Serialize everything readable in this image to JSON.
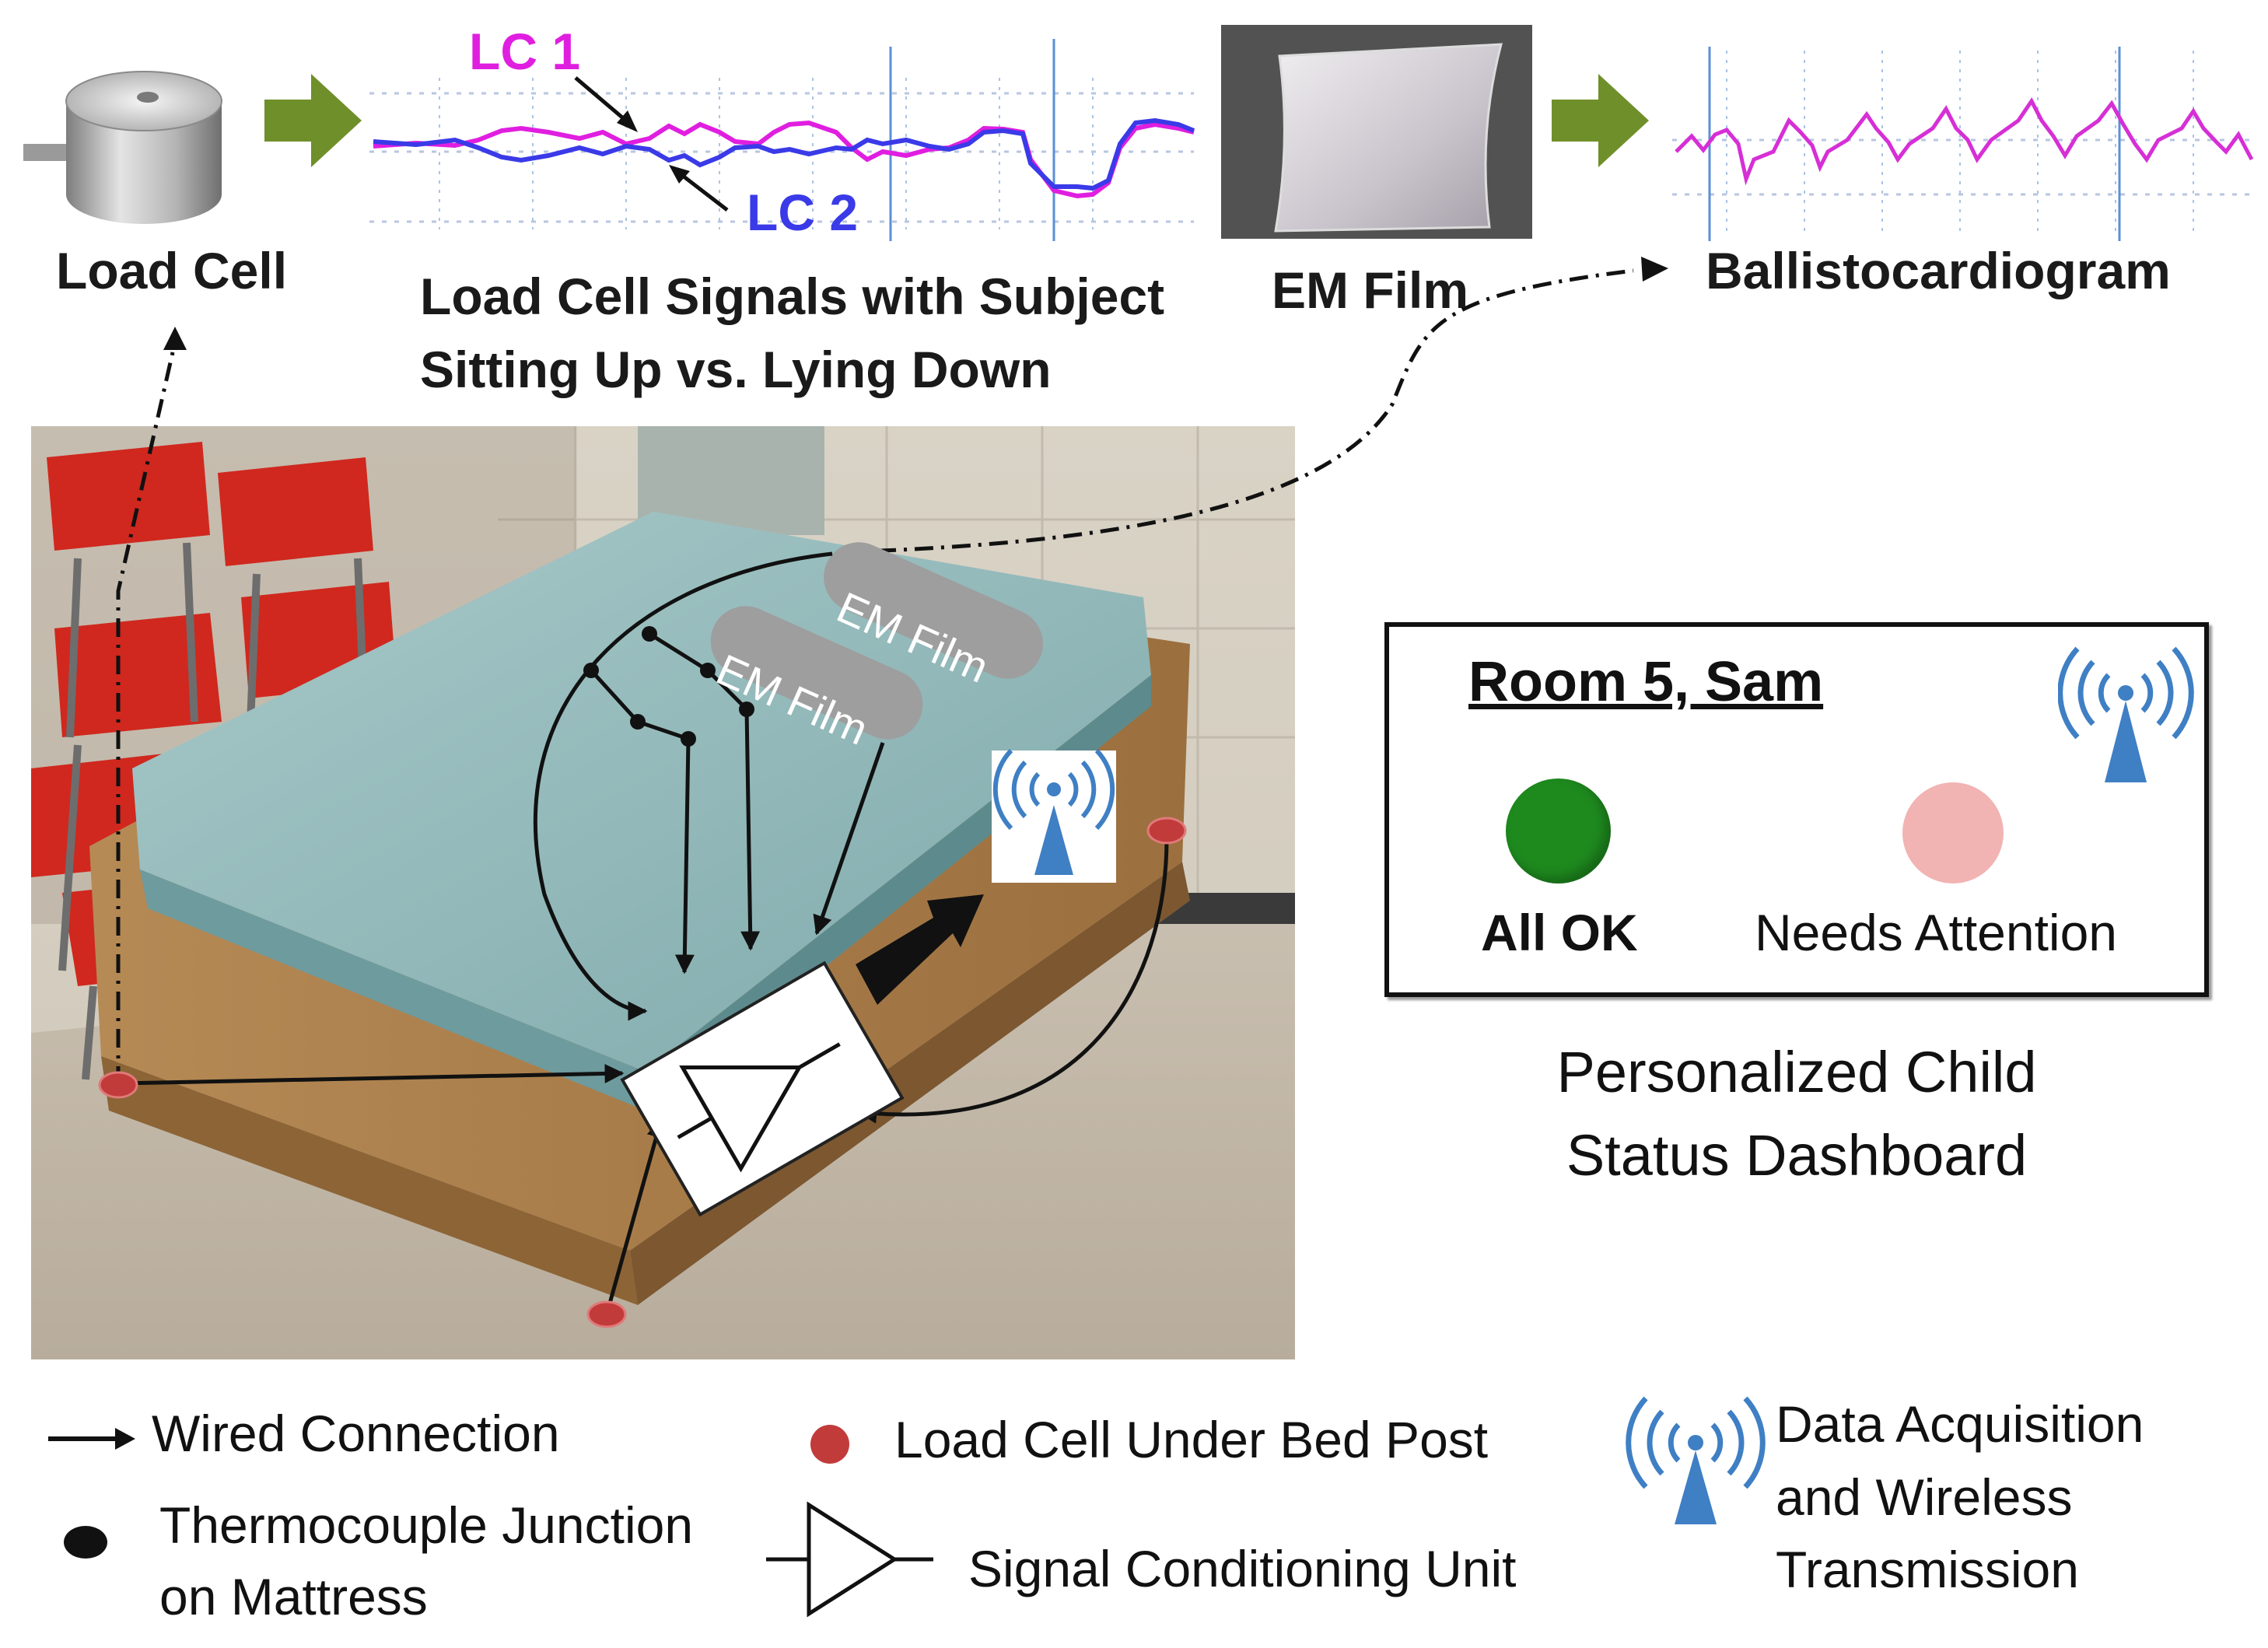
{
  "top": {
    "load_cell_label": "Load Cell",
    "signals_label_line1": "Load Cell Signals with Subject",
    "signals_label_line2": "Sitting Up vs. Lying Down",
    "lc1": "LC 1",
    "lc2": "LC 2",
    "em_film_label": "EM Film",
    "bcg_label": "Ballistocardiogram"
  },
  "photo": {
    "em_film_tag_1": "EM Film",
    "em_film_tag_2": "EM Film"
  },
  "dashboard": {
    "title": "Room 5, Sam",
    "ok_label": "All OK",
    "attention_label": "Needs Attention",
    "caption_line1": "Personalized Child",
    "caption_line2": "Status Dashboard"
  },
  "legend": {
    "wired": "Wired Connection",
    "thermo_line1": "Thermocouple Junction",
    "thermo_line2": "on Mattress",
    "load_cell_post": "Load Cell Under Bed Post",
    "signal_unit": "Signal Conditioning Unit",
    "daq_line1": "Data Acquisition",
    "daq_line2": "and Wireless",
    "daq_line3": "Transmission"
  },
  "colors": {
    "lc1": "#e01ee0",
    "lc2": "#3a3ae8",
    "bcg": "#d62fd6",
    "green_arrow": "#6f8f2a",
    "ok_green": "#1e8a1e",
    "attention_pink": "#f2b3b3",
    "load_cell_dot": "#c23b3b",
    "wireless_blue": "#3f7fc4"
  }
}
